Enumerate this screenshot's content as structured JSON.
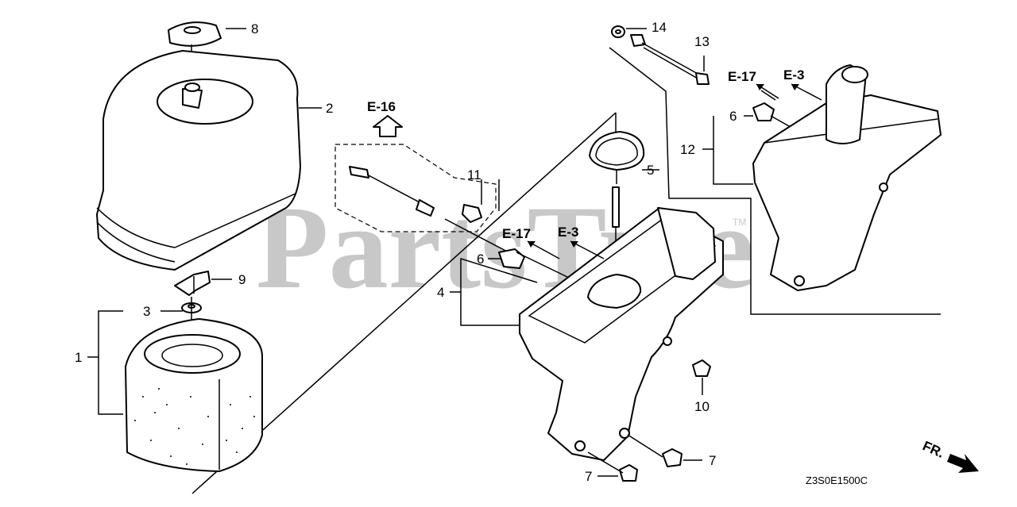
{
  "watermark": {
    "text": "PartsTree",
    "trademark": "TM"
  },
  "callouts": {
    "p1": "1",
    "p2": "2",
    "p3": "3",
    "p4": "4",
    "p5": "5",
    "p6a": "6",
    "p6b": "6",
    "p7a": "7",
    "p7b": "7",
    "p8": "8",
    "p9": "9",
    "p10": "10",
    "p11": "11",
    "p12": "12",
    "p13": "13",
    "p14": "14"
  },
  "references": {
    "e16": "E-16",
    "e17a": "E-17",
    "e3a": "E-3",
    "e17b": "E-17",
    "e3b": "E-3"
  },
  "direction_label": "FR.",
  "diagram_code": "Z3S0E1500C",
  "colors": {
    "line": "#000000",
    "watermark": "#c8c8c8",
    "background": "#ffffff"
  }
}
